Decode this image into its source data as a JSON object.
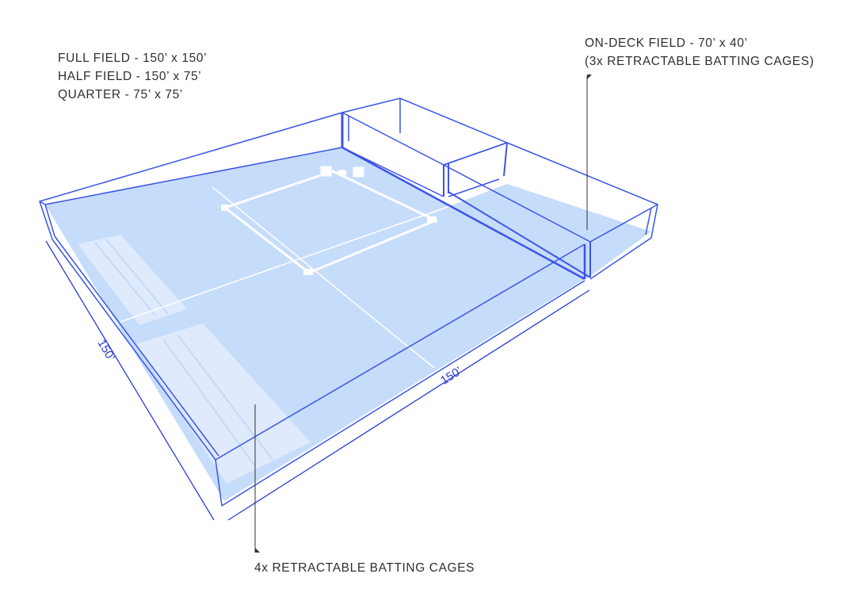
{
  "sizes": {
    "full": "FULL FIELD - 150’ x 150’",
    "half": "HALF FIELD - 150’ x 75’",
    "quarter": "QUARTER - 75’ x 75’"
  },
  "on_deck": {
    "title": "ON-DECK FIELD - 70’ x 40’",
    "subtitle": "(3x RETRACTABLE BATTING CAGES)"
  },
  "cages_label": "4x RETRACTABLE BATTING CAGES",
  "dimensions": {
    "left": "150’",
    "front": "150’"
  },
  "colors": {
    "outline": "#3b55e6",
    "floor": "#c6dcfb",
    "dimension": "#2a3fd0"
  }
}
